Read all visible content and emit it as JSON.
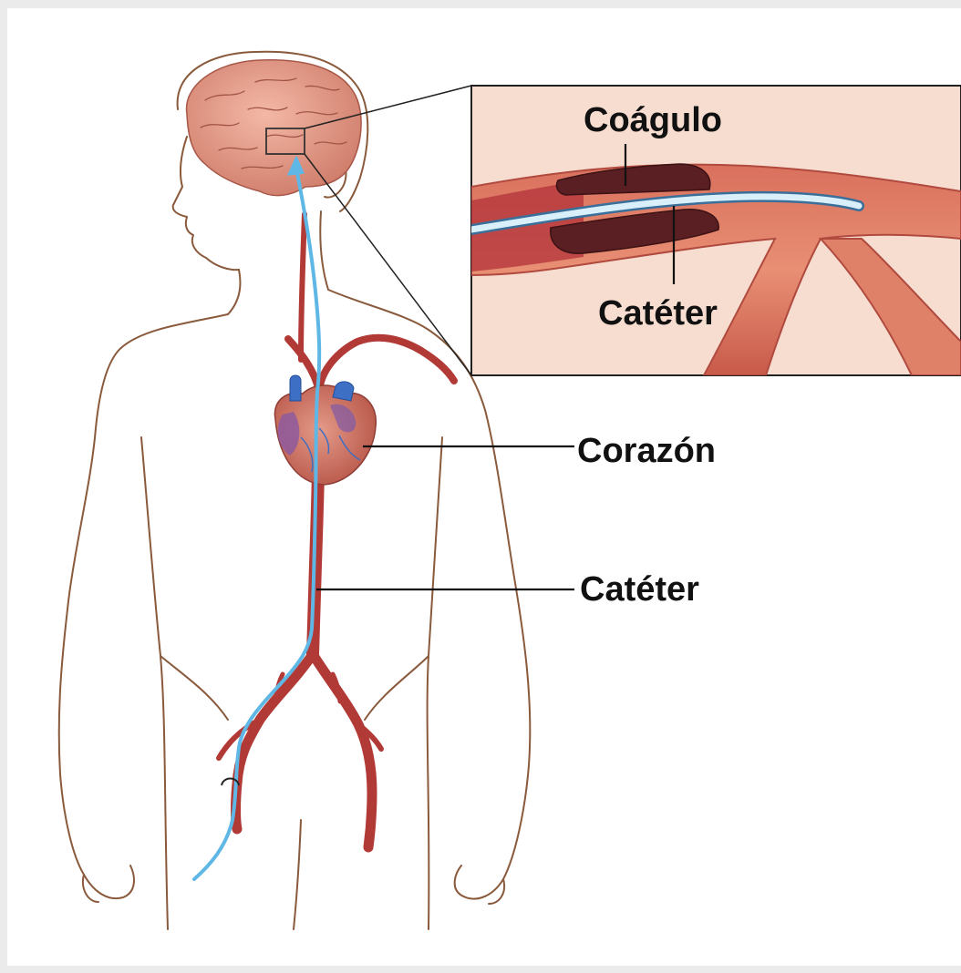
{
  "labels": {
    "clot": "Coágulo",
    "catheter_inset": "Catéter",
    "heart": "Corazón",
    "catheter_body": "Catéter"
  },
  "colors": {
    "background": "#ebebeb",
    "panel": "#ffffff",
    "body_outline": "#8a5a3c",
    "artery": "#b23a36",
    "catheter": "#5fb7e5",
    "brain": "#e39a86",
    "heart": "#c96a5a",
    "vein_blue": "#3d6fc4",
    "inset_background": "#f7ddd0",
    "clot": "#5a1f22",
    "leader_line": "#111111"
  },
  "icons": {
    "catheter_entry": "arch-icon"
  }
}
